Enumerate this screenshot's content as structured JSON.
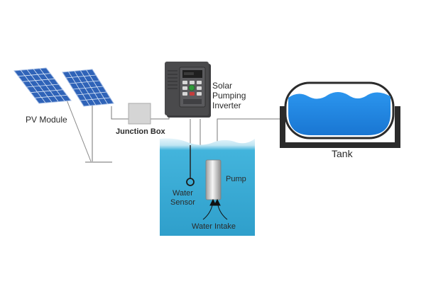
{
  "labels": {
    "pv_module": "PV Module",
    "junction_box": "Junction Box",
    "inverter_line1": "Solar",
    "inverter_line2": "Pumping",
    "inverter_line3": "Inverter",
    "tank": "Tank",
    "pump": "Pump",
    "sensor_line1": "Water",
    "sensor_line2": "Sensor",
    "water_intake": "Water Intake"
  },
  "colors": {
    "solar_cell": "#2f63b8",
    "solar_grid": "#e6eef9",
    "junction_box": "#d5d5d5",
    "inverter_body": "#3d3d3f",
    "inverter_screen": "#1f1f1f",
    "inverter_button": "#2f9a3a",
    "well_water": "#3aaed6",
    "well_water_top": "#dff2f9",
    "tank_water": "#1e88e5",
    "tank_frame": "#2b2b2b",
    "wire": "#7a7a7a",
    "pipe": "#8a8a8a"
  },
  "icons": {
    "pv_panel": "solar-panel-icon",
    "inverter": "inverter-icon",
    "sensor": "water-sensor-icon",
    "pump": "pump-icon",
    "tank": "tank-icon",
    "intake": "intake-arrow-icon"
  }
}
